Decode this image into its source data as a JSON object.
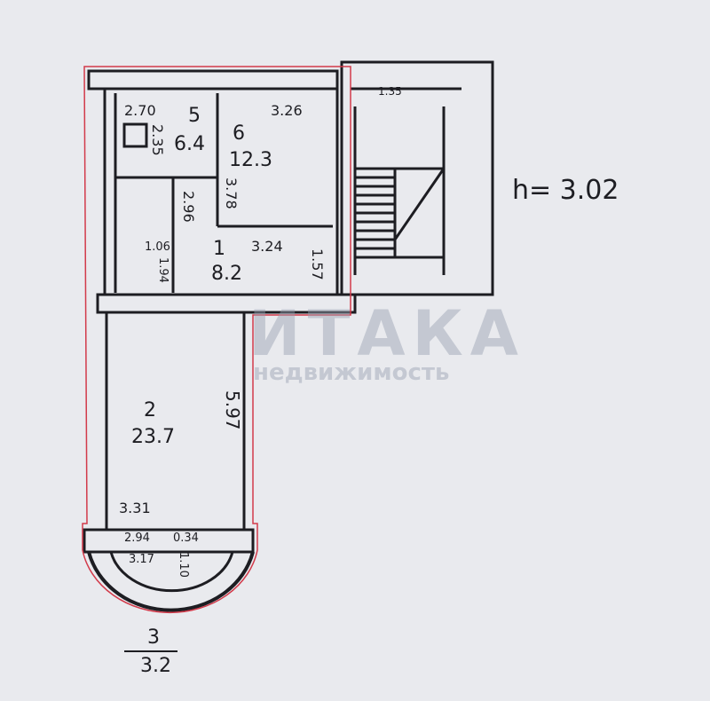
{
  "ceiling_height": "h= 3.02",
  "rooms": {
    "r5": {
      "number": "5",
      "area": "6.4",
      "dim_a": "2.70",
      "dim_b": "2.35"
    },
    "r6": {
      "number": "6",
      "area": "12.3",
      "dim_a": "3.26",
      "dim_b": "3.78"
    },
    "r1": {
      "number": "1",
      "area": "8.2",
      "dim_a": "3.24",
      "dim_b": "1.57",
      "dim_c": "2.96"
    },
    "bath": {
      "dim_a": "1.06",
      "dim_b": "1.94"
    },
    "r2": {
      "number": "2",
      "area": "23.7",
      "dim_a": "5.97",
      "dim_b": "3.31"
    },
    "r3": {
      "number": "3",
      "area": "3.2",
      "dim_a": "2.94",
      "dim_b": "0.34",
      "dim_c": "3.17",
      "dim_d": "1.10"
    },
    "stair": {
      "dim": "1.35"
    }
  },
  "watermark": {
    "brand": "ИТАКА",
    "sub": "недвижимость"
  },
  "colors": {
    "wall": "#1d1d22",
    "outline": "#d23a4a",
    "paper": "#e9eaee"
  }
}
